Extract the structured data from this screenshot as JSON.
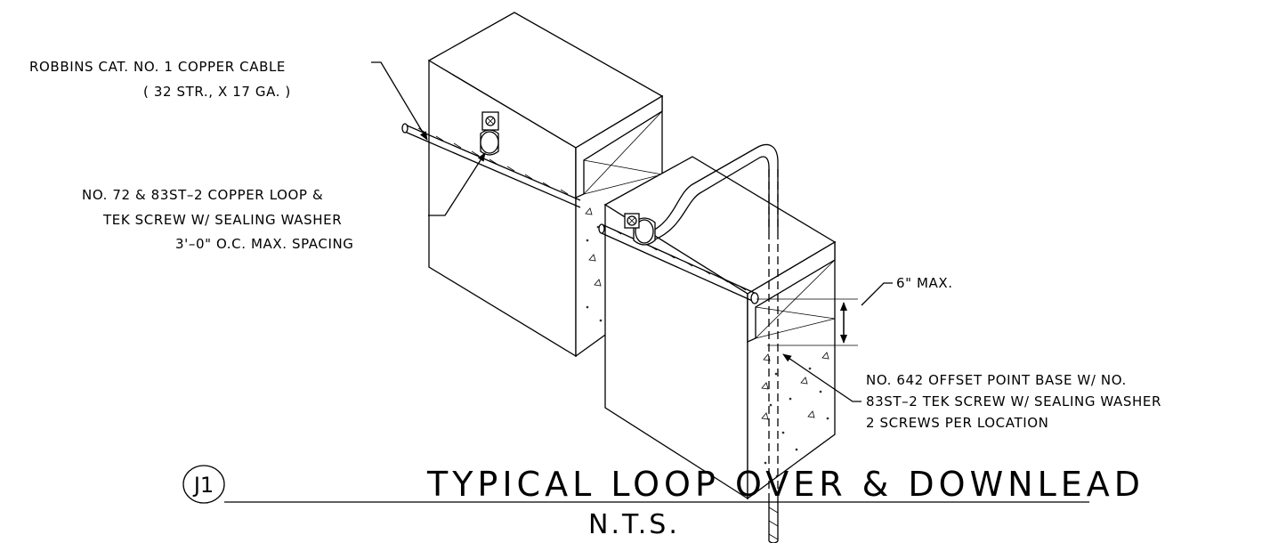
{
  "callouts": {
    "cable": {
      "line1": "ROBBINS CAT. NO. 1 COPPER CABLE",
      "line2": "( 32 STR., X 17 GA. )"
    },
    "loop": {
      "line1": "NO. 72 & 83ST–2 COPPER LOOP &",
      "line2": "TEK SCREW W/ SEALING WASHER",
      "line3": "3'–0\" O.C. MAX. SPACING"
    },
    "dimension": {
      "label": "6\" MAX."
    },
    "base": {
      "line1": "NO. 642 OFFSET POINT BASE W/ NO.",
      "line2": "83ST–2 TEK SCREW W/ SEALING WASHER",
      "line3": "2 SCREWS PER LOCATION"
    }
  },
  "title_block": {
    "tag": "J1",
    "title": "TYPICAL LOOP OVER & DOWNLEAD",
    "scale": "N.T.S."
  }
}
